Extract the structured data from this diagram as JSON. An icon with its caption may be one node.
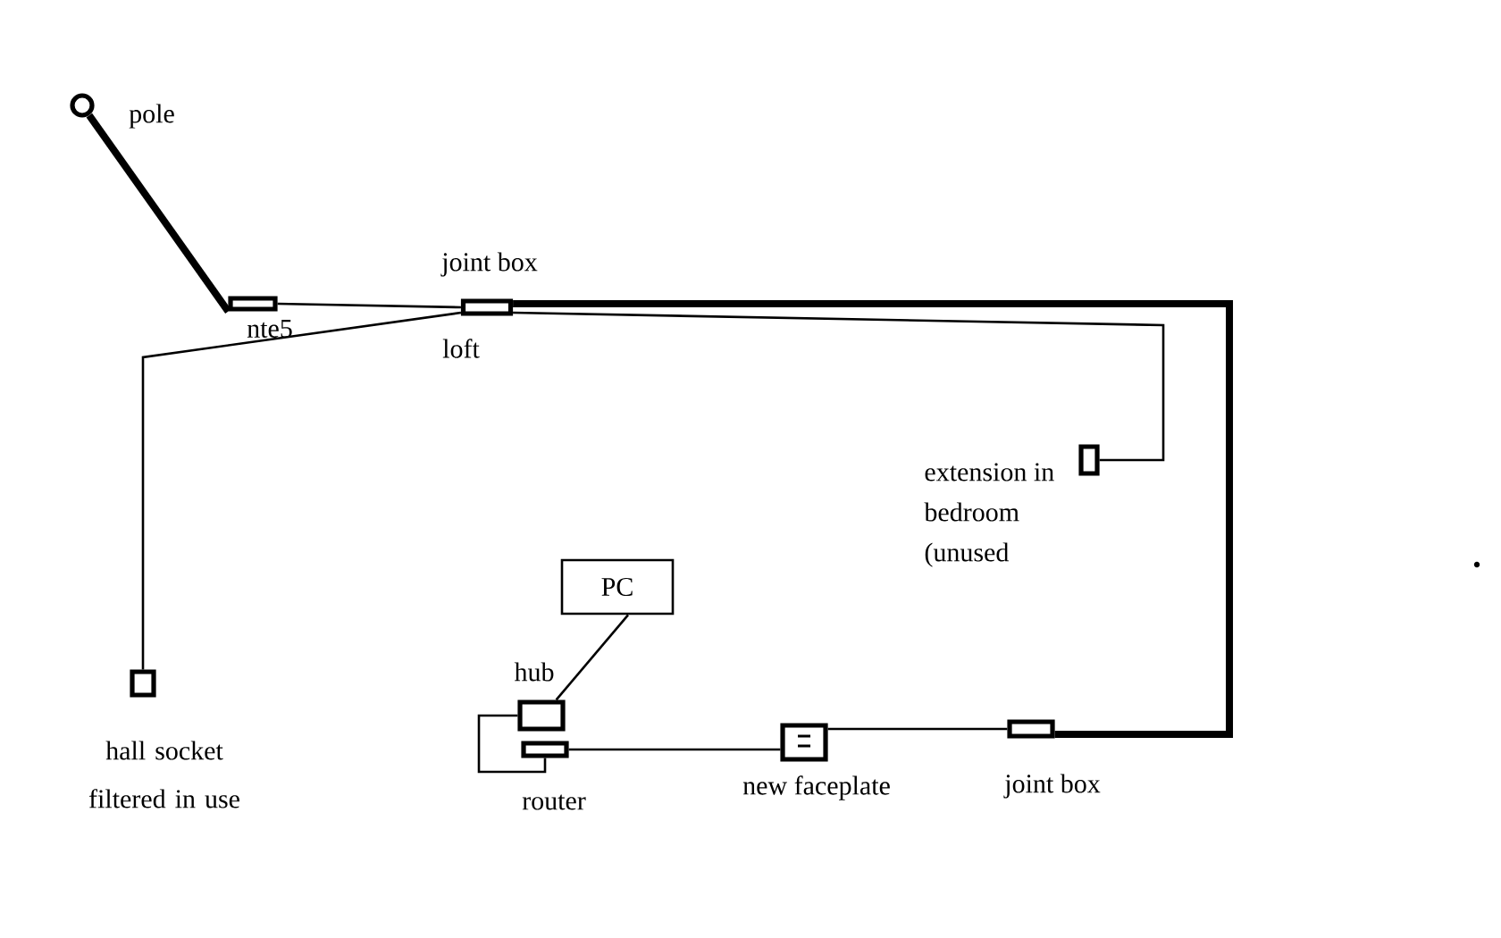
{
  "diagram": {
    "nodes": [
      {
        "text": [],
        "shape": "circle",
        "beside": [
          "pole"
        ]
      },
      {
        "text": [],
        "shape": "box",
        "beside": [
          "nte5"
        ]
      },
      {
        "text": [],
        "shape": "box",
        "beside": [
          "joint box",
          "loft"
        ]
      },
      {
        "text": [],
        "shape": "box",
        "beside": [
          "extension in bedroom (unused"
        ]
      },
      {
        "text": [],
        "shape": "box",
        "beside": [
          "hall socket filtered in use"
        ]
      },
      {
        "text": [
          "PC"
        ]
      },
      {
        "text": [],
        "shape": "box",
        "beside": [
          "hub"
        ]
      },
      {
        "text": [],
        "shape": "box",
        "beside": [
          "router"
        ]
      },
      {
        "text": [],
        "shape": "box",
        "beside": [
          "new faceplate"
        ]
      },
      {
        "text": [],
        "shape": "box",
        "beside": [
          "joint box"
        ]
      }
    ],
    "edges": [
      {
        "from": 0,
        "to": 1,
        "arrow": "none",
        "style": "thick"
      },
      {
        "from": 1,
        "to": 2,
        "arrow": "none"
      },
      {
        "from": 2,
        "to": 4,
        "arrow": "none"
      },
      {
        "from": 2,
        "to": 3,
        "arrow": "none"
      },
      {
        "from": 2,
        "to": 9,
        "arrow": "none",
        "style": "thick"
      },
      {
        "from": 9,
        "to": 8,
        "arrow": "none"
      },
      {
        "from": 8,
        "to": 7,
        "arrow": "none"
      },
      {
        "from": 5,
        "to": 6,
        "arrow": "none"
      },
      {
        "from": 6,
        "to": 7,
        "arrow": "none"
      }
    ]
  }
}
